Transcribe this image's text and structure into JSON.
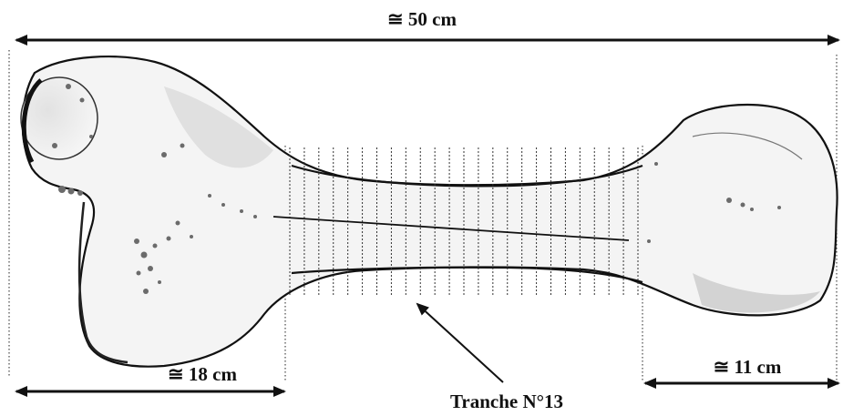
{
  "labels": {
    "total_length": "≅ 50 cm",
    "proximal_length": "≅ 18 cm",
    "distal_length": "≅ 11 cm",
    "slice_label": "Tranche N°13"
  },
  "slices": {
    "count": 25
  },
  "colors": {
    "ink": "#111111",
    "bone_fill": "#f4f4f4",
    "bone_shade": "#cfcfcf",
    "spots": "#6b6b6b"
  }
}
